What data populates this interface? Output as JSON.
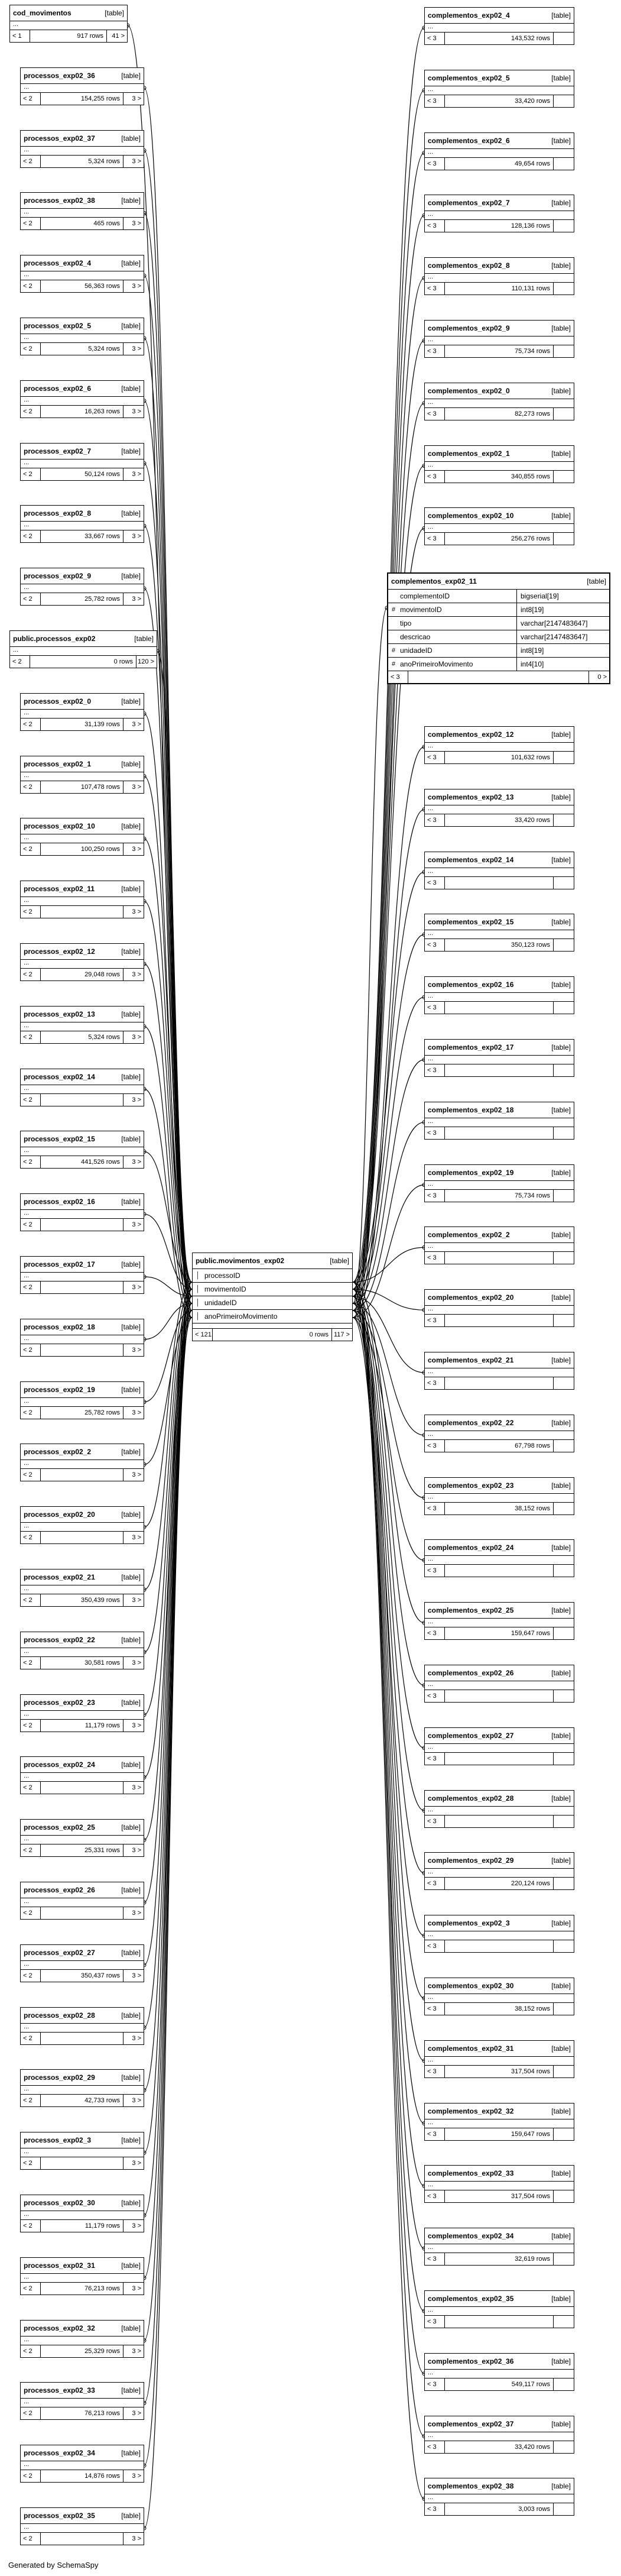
{
  "footer_text": "Generated by SchemaSpy",
  "left_tables": [
    {
      "name": "cod_movimentos",
      "type": "[table]",
      "left": "< 1",
      "rows": "917 rows",
      "right": "41 >"
    },
    {
      "name": "processos_exp02_36",
      "type": "[table]",
      "left": "< 2",
      "rows": "154,255 rows",
      "right": "3 >"
    },
    {
      "name": "processos_exp02_37",
      "type": "[table]",
      "left": "< 2",
      "rows": "5,324 rows",
      "right": "3 >"
    },
    {
      "name": "processos_exp02_38",
      "type": "[table]",
      "left": "< 2",
      "rows": "465 rows",
      "right": "3 >"
    },
    {
      "name": "processos_exp02_4",
      "type": "[table]",
      "left": "< 2",
      "rows": "56,363 rows",
      "right": "3 >"
    },
    {
      "name": "processos_exp02_5",
      "type": "[table]",
      "left": "< 2",
      "rows": "5,324 rows",
      "right": "3 >"
    },
    {
      "name": "processos_exp02_6",
      "type": "[table]",
      "left": "< 2",
      "rows": "16,263 rows",
      "right": "3 >"
    },
    {
      "name": "processos_exp02_7",
      "type": "[table]",
      "left": "< 2",
      "rows": "50,124 rows",
      "right": "3 >"
    },
    {
      "name": "processos_exp02_8",
      "type": "[table]",
      "left": "< 2",
      "rows": "33,667 rows",
      "right": "3 >"
    },
    {
      "name": "processos_exp02_9",
      "type": "[table]",
      "left": "< 2",
      "rows": "25,782 rows",
      "right": "3 >"
    },
    {
      "name": "public.processos_exp02",
      "type": "[table]",
      "left": "< 2",
      "rows": "0 rows",
      "right": "120 >"
    },
    {
      "name": "processos_exp02_0",
      "type": "[table]",
      "left": "< 2",
      "rows": "31,139 rows",
      "right": "3 >"
    },
    {
      "name": "processos_exp02_1",
      "type": "[table]",
      "left": "< 2",
      "rows": "107,478 rows",
      "right": "3 >"
    },
    {
      "name": "processos_exp02_10",
      "type": "[table]",
      "left": "< 2",
      "rows": "100,250 rows",
      "right": "3 >"
    },
    {
      "name": "processos_exp02_11",
      "type": "[table]",
      "left": "< 2",
      "rows": "",
      "right": "3 >"
    },
    {
      "name": "processos_exp02_12",
      "type": "[table]",
      "left": "< 2",
      "rows": "29,048 rows",
      "right": "3 >"
    },
    {
      "name": "processos_exp02_13",
      "type": "[table]",
      "left": "< 2",
      "rows": "5,324 rows",
      "right": "3 >"
    },
    {
      "name": "processos_exp02_14",
      "type": "[table]",
      "left": "< 2",
      "rows": "",
      "right": "3 >"
    },
    {
      "name": "processos_exp02_15",
      "type": "[table]",
      "left": "< 2",
      "rows": "441,526 rows",
      "right": "3 >"
    },
    {
      "name": "processos_exp02_16",
      "type": "[table]",
      "left": "< 2",
      "rows": "",
      "right": "3 >"
    },
    {
      "name": "processos_exp02_17",
      "type": "[table]",
      "left": "< 2",
      "rows": "",
      "right": "3 >"
    },
    {
      "name": "processos_exp02_18",
      "type": "[table]",
      "left": "< 2",
      "rows": "",
      "right": "3 >"
    },
    {
      "name": "processos_exp02_19",
      "type": "[table]",
      "left": "< 2",
      "rows": "25,782 rows",
      "right": "3 >"
    },
    {
      "name": "processos_exp02_2",
      "type": "[table]",
      "left": "< 2",
      "rows": "",
      "right": "3 >"
    },
    {
      "name": "processos_exp02_20",
      "type": "[table]",
      "left": "< 2",
      "rows": "",
      "right": "3 >"
    },
    {
      "name": "processos_exp02_21",
      "type": "[table]",
      "left": "< 2",
      "rows": "350,439 rows",
      "right": "3 >"
    },
    {
      "name": "processos_exp02_22",
      "type": "[table]",
      "left": "< 2",
      "rows": "30,581 rows",
      "right": "3 >"
    },
    {
      "name": "processos_exp02_23",
      "type": "[table]",
      "left": "< 2",
      "rows": "11,179 rows",
      "right": "3 >"
    },
    {
      "name": "processos_exp02_24",
      "type": "[table]",
      "left": "< 2",
      "rows": "",
      "right": "3 >"
    },
    {
      "name": "processos_exp02_25",
      "type": "[table]",
      "left": "< 2",
      "rows": "25,331 rows",
      "right": "3 >"
    },
    {
      "name": "processos_exp02_26",
      "type": "[table]",
      "left": "< 2",
      "rows": "",
      "right": "3 >"
    },
    {
      "name": "processos_exp02_27",
      "type": "[table]",
      "left": "< 2",
      "rows": "350,437 rows",
      "right": "3 >"
    },
    {
      "name": "processos_exp02_28",
      "type": "[table]",
      "left": "< 2",
      "rows": "",
      "right": "3 >"
    },
    {
      "name": "processos_exp02_29",
      "type": "[table]",
      "left": "< 2",
      "rows": "42,733 rows",
      "right": "3 >"
    },
    {
      "name": "processos_exp02_3",
      "type": "[table]",
      "left": "< 2",
      "rows": "",
      "right": "3 >"
    },
    {
      "name": "processos_exp02_30",
      "type": "[table]",
      "left": "< 2",
      "rows": "11,179 rows",
      "right": "3 >"
    },
    {
      "name": "processos_exp02_31",
      "type": "[table]",
      "left": "< 2",
      "rows": "76,213 rows",
      "right": "3 >"
    },
    {
      "name": "processos_exp02_32",
      "type": "[table]",
      "left": "< 2",
      "rows": "25,329 rows",
      "right": "3 >"
    },
    {
      "name": "processos_exp02_33",
      "type": "[table]",
      "left": "< 2",
      "rows": "76,213 rows",
      "right": "3 >"
    },
    {
      "name": "processos_exp02_34",
      "type": "[table]",
      "left": "< 2",
      "rows": "14,876 rows",
      "right": "3 >"
    },
    {
      "name": "processos_exp02_35",
      "type": "[table]",
      "left": "< 2",
      "rows": "",
      "right": "3 >"
    }
  ],
  "center_table": {
    "name": "public.movimentos_exp02",
    "type": "[table]",
    "columns": [
      "processoID",
      "movimentoID",
      "unidadeID",
      "anoPrimeiroMovimento"
    ],
    "left": "< 121",
    "rows": "0 rows",
    "right": "117 >"
  },
  "right_tables": [
    {
      "name": "complementos_exp02_4",
      "type": "[table]",
      "left": "< 3",
      "rows": "143,532 rows"
    },
    {
      "name": "complementos_exp02_5",
      "type": "[table]",
      "left": "< 3",
      "rows": "33,420 rows"
    },
    {
      "name": "complementos_exp02_6",
      "type": "[table]",
      "left": "< 3",
      "rows": "49,654 rows"
    },
    {
      "name": "complementos_exp02_7",
      "type": "[table]",
      "left": "< 3",
      "rows": "128,136 rows"
    },
    {
      "name": "complementos_exp02_8",
      "type": "[table]",
      "left": "< 3",
      "rows": "110,131 rows"
    },
    {
      "name": "complementos_exp02_9",
      "type": "[table]",
      "left": "< 3",
      "rows": "75,734 rows"
    },
    {
      "name": "complementos_exp02_0",
      "type": "[table]",
      "left": "< 3",
      "rows": "82,273 rows"
    },
    {
      "name": "complementos_exp02_1",
      "type": "[table]",
      "left": "< 3",
      "rows": "340,855 rows"
    },
    {
      "name": "complementos_exp02_10",
      "type": "[table]",
      "left": "< 3",
      "rows": "256,276 rows"
    },
    {
      "name": "complementos_exp02_11",
      "type": "[table]",
      "expanded": true,
      "columns": [
        {
          "key": "",
          "name": "complementoID",
          "type": "bigserial[19]"
        },
        {
          "key": "#",
          "name": "movimentoID",
          "type": "int8[19]"
        },
        {
          "key": "",
          "name": "tipo",
          "type": "varchar[2147483647]"
        },
        {
          "key": "",
          "name": "descricao",
          "type": "varchar[2147483647]"
        },
        {
          "key": "#",
          "name": "unidadeID",
          "type": "int8[19]"
        },
        {
          "key": "#",
          "name": "anoPrimeiroMovimento",
          "type": "int4[10]"
        }
      ],
      "left": "< 3",
      "rows": "",
      "right": "0 >"
    },
    {
      "name": "complementos_exp02_12",
      "type": "[table]",
      "left": "< 3",
      "rows": "101,632 rows"
    },
    {
      "name": "complementos_exp02_13",
      "type": "[table]",
      "left": "< 3",
      "rows": "33,420 rows"
    },
    {
      "name": "complementos_exp02_14",
      "type": "[table]",
      "left": "< 3",
      "rows": ""
    },
    {
      "name": "complementos_exp02_15",
      "type": "[table]",
      "left": "< 3",
      "rows": "350,123 rows"
    },
    {
      "name": "complementos_exp02_16",
      "type": "[table]",
      "left": "< 3",
      "rows": ""
    },
    {
      "name": "complementos_exp02_17",
      "type": "[table]",
      "left": "< 3",
      "rows": ""
    },
    {
      "name": "complementos_exp02_18",
      "type": "[table]",
      "left": "< 3",
      "rows": ""
    },
    {
      "name": "complementos_exp02_19",
      "type": "[table]",
      "left": "< 3",
      "rows": "75,734 rows"
    },
    {
      "name": "complementos_exp02_2",
      "type": "[table]",
      "left": "< 3",
      "rows": ""
    },
    {
      "name": "complementos_exp02_20",
      "type": "[table]",
      "left": "< 3",
      "rows": ""
    },
    {
      "name": "complementos_exp02_21",
      "type": "[table]",
      "left": "< 3",
      "rows": ""
    },
    {
      "name": "complementos_exp02_22",
      "type": "[table]",
      "left": "< 3",
      "rows": "67,798 rows"
    },
    {
      "name": "complementos_exp02_23",
      "type": "[table]",
      "left": "< 3",
      "rows": "38,152 rows"
    },
    {
      "name": "complementos_exp02_24",
      "type": "[table]",
      "left": "< 3",
      "rows": ""
    },
    {
      "name": "complementos_exp02_25",
      "type": "[table]",
      "left": "< 3",
      "rows": "159,647 rows"
    },
    {
      "name": "complementos_exp02_26",
      "type": "[table]",
      "left": "< 3",
      "rows": ""
    },
    {
      "name": "complementos_exp02_27",
      "type": "[table]",
      "left": "< 3",
      "rows": ""
    },
    {
      "name": "complementos_exp02_28",
      "type": "[table]",
      "left": "< 3",
      "rows": ""
    },
    {
      "name": "complementos_exp02_29",
      "type": "[table]",
      "left": "< 3",
      "rows": "220,124 rows"
    },
    {
      "name": "complementos_exp02_3",
      "type": "[table]",
      "left": "< 3",
      "rows": ""
    },
    {
      "name": "complementos_exp02_30",
      "type": "[table]",
      "left": "< 3",
      "rows": "38,152 rows"
    },
    {
      "name": "complementos_exp02_31",
      "type": "[table]",
      "left": "< 3",
      "rows": "317,504 rows"
    },
    {
      "name": "complementos_exp02_32",
      "type": "[table]",
      "left": "< 3",
      "rows": "159,647 rows"
    },
    {
      "name": "complementos_exp02_33",
      "type": "[table]",
      "left": "< 3",
      "rows": "317,504 rows"
    },
    {
      "name": "complementos_exp02_34",
      "type": "[table]",
      "left": "< 3",
      "rows": "32,619 rows"
    },
    {
      "name": "complementos_exp02_35",
      "type": "[table]",
      "left": "< 3",
      "rows": ""
    },
    {
      "name": "complementos_exp02_36",
      "type": "[table]",
      "left": "< 3",
      "rows": "549,117 rows"
    },
    {
      "name": "complementos_exp02_37",
      "type": "[table]",
      "left": "< 3",
      "rows": "33,420 rows"
    },
    {
      "name": "complementos_exp02_38",
      "type": "[table]",
      "left": "< 3",
      "rows": "3,003 rows"
    }
  ]
}
